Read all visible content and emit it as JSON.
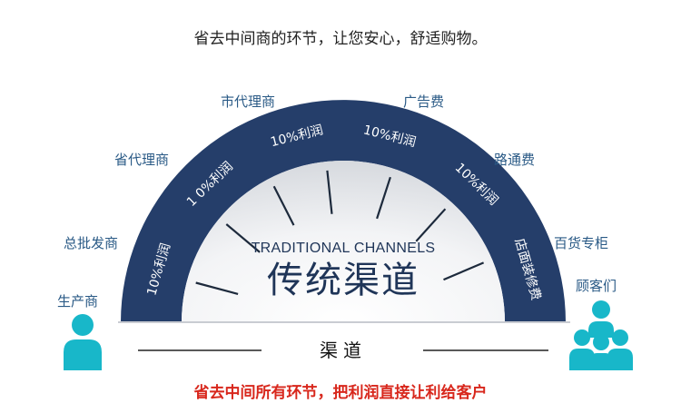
{
  "headline": "省去中间商的环节，让您安心，舒适购物。",
  "channel_stages": [
    "生产商",
    "总批发商",
    "省代理商",
    "市代理商",
    "广告费",
    "路通费",
    "百货专柜",
    "顾客们"
  ],
  "arc_segments": [
    "10%利润",
    "1 0%利润",
    "10%利润",
    "10%利润",
    "10%利润",
    "店面装修费"
  ],
  "center": {
    "subtitle": "TRADITIONAL CHANNELS",
    "title": "传统渠道"
  },
  "channel_label": "渠道",
  "bottom_line": "省去中间所有环节，把利润直接让利给客户",
  "colors": {
    "arc": "#253e6a",
    "icon": "#18b7c9",
    "stage_text": "#2a5a86",
    "bottom_text": "#d8271c"
  },
  "icons": [
    "person-icon",
    "people-group-icon"
  ]
}
